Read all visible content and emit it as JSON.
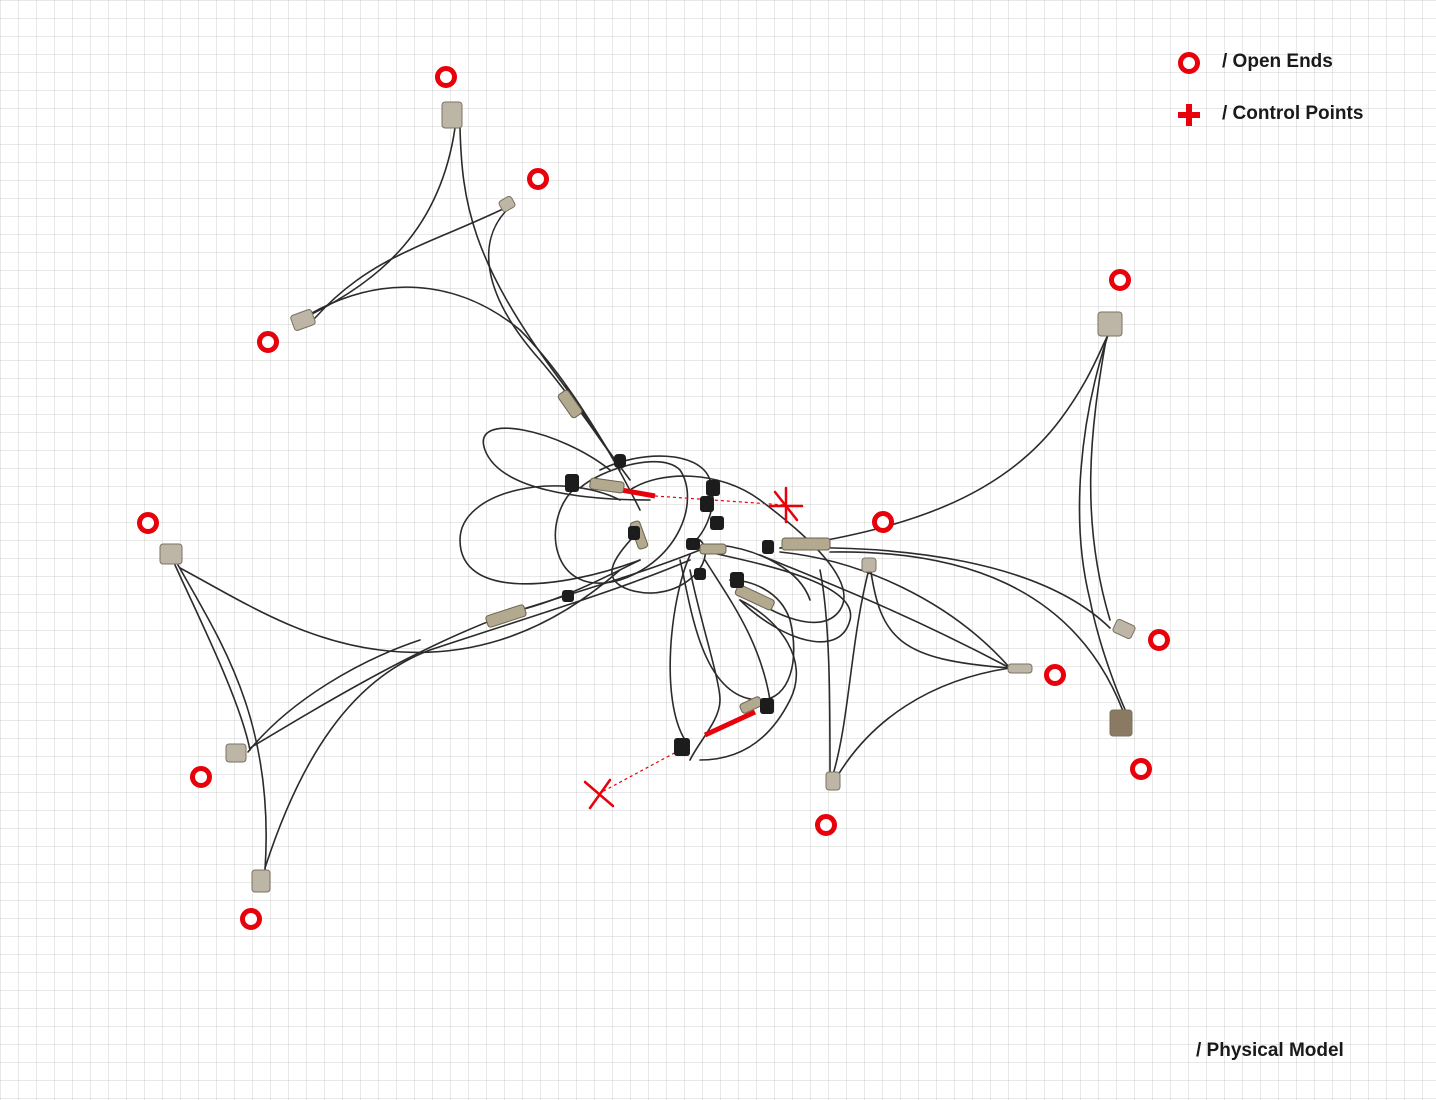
{
  "legend": {
    "open_ends_label": "/ Open Ends",
    "control_points_label": "/ Control Points"
  },
  "caption": "/ Physical Model",
  "colors": {
    "marker": "#e8000b",
    "wire": "#2b2b2b",
    "connector": "#a8a08c",
    "clip": "#1c1c1c",
    "grid": "#cfcfcf"
  },
  "icons": {
    "open_end": "red-ring-icon",
    "control_point": "red-cross-icon"
  }
}
